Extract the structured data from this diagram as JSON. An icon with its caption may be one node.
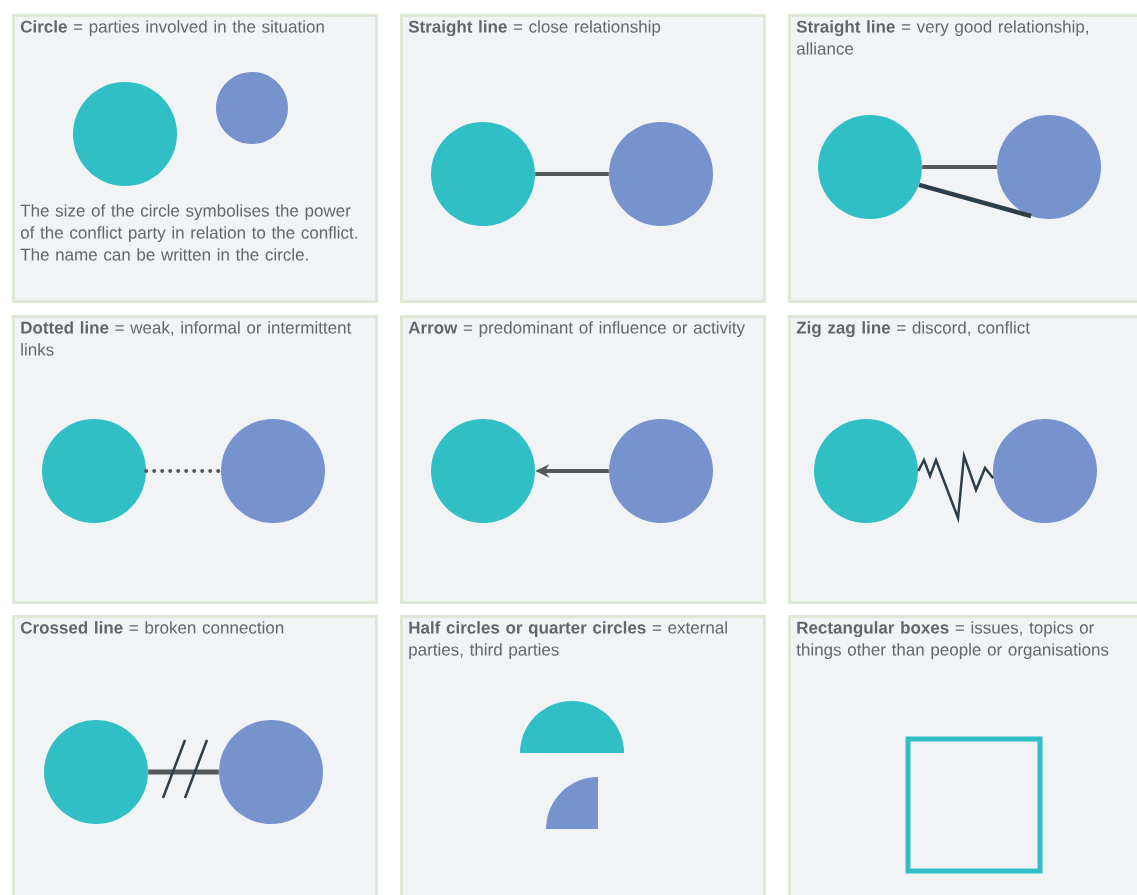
{
  "diagram": {
    "nodes": [
      {
        "text": [
          "**Circle** = parties involved in the situation",
          "The size of the circle symbolises the power of the conflict party in relation to the conflict.  The name can be written in the circle."
        ]
      },
      {
        "text": [],
        "shape": "circle",
        "in": 0
      },
      {
        "text": [],
        "shape": "circle",
        "in": 0
      },
      {
        "text": [
          "**Straight line** = close relationship"
        ]
      },
      {
        "text": [],
        "shape": "circle",
        "in": 3
      },
      {
        "text": [],
        "shape": "circle",
        "in": 3
      },
      {
        "text": [
          "**Straight line** = very good relationship, alliance"
        ]
      },
      {
        "text": [],
        "shape": "circle",
        "in": 6
      },
      {
        "text": [],
        "shape": "circle",
        "in": 6
      },
      {
        "text": [
          "**Dotted line** = weak, informal or intermittent links"
        ]
      },
      {
        "text": [],
        "shape": "circle",
        "in": 9
      },
      {
        "text": [],
        "shape": "circle",
        "in": 9
      },
      {
        "text": [
          "**Arrow** = predominant of influence or activity"
        ]
      },
      {
        "text": [],
        "shape": "circle",
        "in": 12
      },
      {
        "text": [],
        "shape": "circle",
        "in": 12
      },
      {
        "text": [
          "**Zig zag line** = discord, conflict"
        ]
      },
      {
        "text": [],
        "shape": "circle",
        "in": 15
      },
      {
        "text": [],
        "shape": "circle",
        "in": 15
      },
      {
        "text": [
          "**Crossed line** = broken connection"
        ]
      },
      {
        "text": [],
        "shape": "circle",
        "in": 18
      },
      {
        "text": [],
        "shape": "circle",
        "in": 18
      },
      {
        "text": [
          "**Half circles or quarter circles** = external parties, third parties"
        ]
      },
      {
        "text": [],
        "shape": "semicircle",
        "in": 21
      },
      {
        "text": [],
        "shape": "quadrant",
        "in": 21
      },
      {
        "text": [
          "**Rectangular boxes** = issues, topics or things other than people or organisations"
        ]
      },
      {
        "text": [],
        "shape": "box",
        "in": 24
      }
    ],
    "edges": [
      {
        "from": 4,
        "to": 5,
        "arrow": "none"
      },
      {
        "from": 7,
        "to": 8,
        "arrow": "none"
      },
      {
        "from": 7,
        "to": 8,
        "arrow": "none",
        "color": "#2c3e48"
      },
      {
        "from": 10,
        "to": 11,
        "arrow": "none",
        "style": "dashed"
      },
      {
        "from": 14,
        "to": 13,
        "arrow": "to"
      },
      {
        "from": 16,
        "to": 17,
        "arrow": "none",
        "color": "#2c3e48"
      },
      {
        "from": 19,
        "to": 20,
        "arrow": "none"
      }
    ]
  }
}
